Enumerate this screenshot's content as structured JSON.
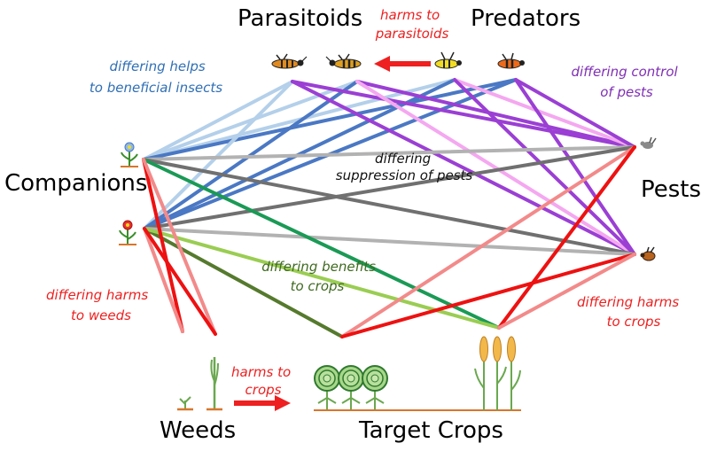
{
  "labels": {
    "parasitoids": "Parasitoids",
    "predators": "Predators",
    "companions": "Companions",
    "pests": "Pests",
    "weeds": "Weeds",
    "target_crops": "Target Crops"
  },
  "annotations": {
    "harms_to_parasitoids": [
      "harms to",
      "parasitoids"
    ],
    "helps_beneficial": [
      "differing helps",
      "to beneficial insects"
    ],
    "control_pests": [
      "differing control",
      "of pests"
    ],
    "suppression_pests": [
      "differing",
      "suppression of pests"
    ],
    "benefits_crops": [
      "differing benefits",
      "to crops"
    ],
    "harms_weeds": [
      "differing harms",
      "to weeds"
    ],
    "harms_crops": [
      "differing harms",
      "to crops"
    ],
    "harms_to_crops": [
      "harms to",
      "crops"
    ]
  },
  "colors": {
    "light_blue": "#b4d0ea",
    "blue": "#4a78c4",
    "purple": "#9b3fd4",
    "light_pink": "#f4a8f0",
    "gray": "#707070",
    "light_gray": "#b2b2b2",
    "green": "#1a9a55",
    "light_green": "#9acd52",
    "dark_green": "#557a2d",
    "red": "#ee1111",
    "light_red": "#f38a8a",
    "label_red": "#ee2020",
    "label_blue": "#2f6fb5",
    "label_purple": "#7f2eb5",
    "label_green": "#3f6a1f"
  },
  "icons": [
    "parasitoid-wasp-icon",
    "predator-wasp-icon",
    "companion-flower-icon",
    "pest-insect-icon",
    "weed-sprout-icon",
    "crop-cabbage-icon",
    "crop-grain-icon"
  ]
}
